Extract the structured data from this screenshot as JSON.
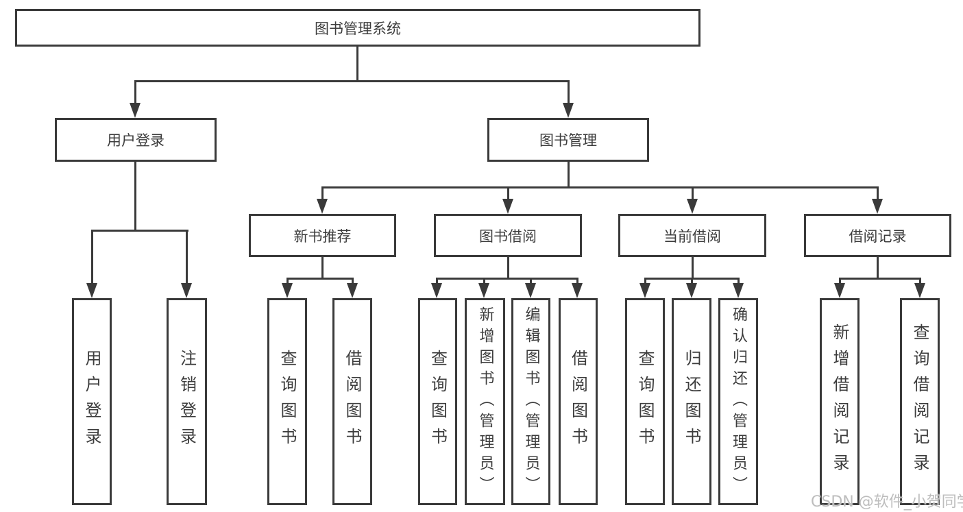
{
  "colors": {
    "line": "#3a3a3a",
    "text": "#3c3c3c",
    "watermark": "#bdbdbd",
    "background": "#ffffff"
  },
  "watermark": {
    "text": "CSDN @软件_小贺同学"
  },
  "diagram": {
    "root": {
      "label": "图书管理系统"
    },
    "branches": [
      {
        "label": "用户登录",
        "children": [
          {
            "label": "用户登录"
          },
          {
            "label": "注销登录"
          }
        ]
      },
      {
        "label": "图书管理",
        "children": [
          {
            "label": "新书推荐",
            "children": [
              {
                "label": "查询图书"
              },
              {
                "label": "借阅图书"
              }
            ]
          },
          {
            "label": "图书借阅",
            "children": [
              {
                "label": "查询图书"
              },
              {
                "label": "新增图书（管理员）"
              },
              {
                "label": "编辑图书（管理员）"
              },
              {
                "label": "借阅图书"
              }
            ]
          },
          {
            "label": "当前借阅",
            "children": [
              {
                "label": "查询图书"
              },
              {
                "label": "归还图书"
              },
              {
                "label": "确认归还（管理员）"
              }
            ]
          },
          {
            "label": "借阅记录",
            "children": [
              {
                "label": "新增借阅记录"
              },
              {
                "label": "查询借阅记录"
              }
            ]
          }
        ]
      }
    ]
  }
}
